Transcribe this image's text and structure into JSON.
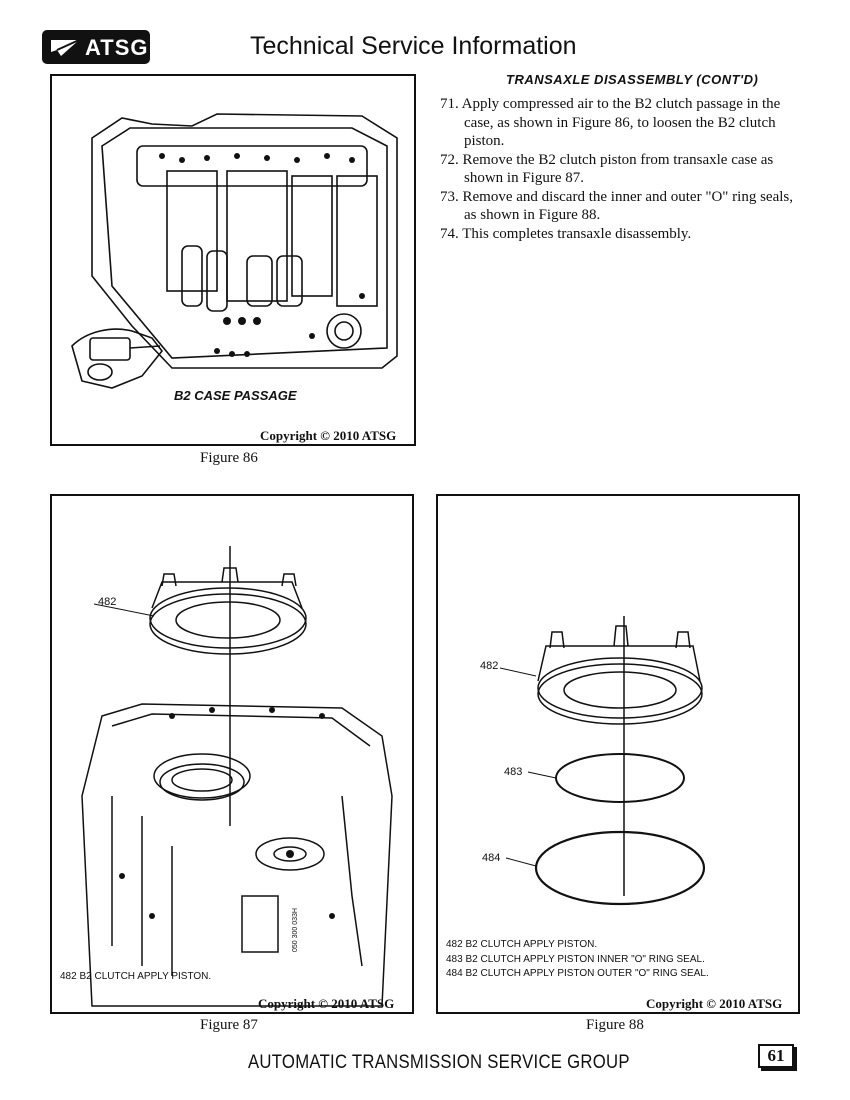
{
  "header": {
    "logo_text": "ATSG",
    "title": "Technical Service Information"
  },
  "section": {
    "title": "TRANSAXLE DISASSEMBLY (CONT'D)",
    "steps": [
      "71. Apply compressed air to the B2 clutch passage in the case, as shown in Figure 86, to loosen the B2 clutch piston.",
      "72. Remove the B2 clutch piston from transaxle case as shown in Figure 87.",
      "73. Remove and discard the inner and outer \"O\" ring seals, as shown in Figure 88.",
      "74. This completes transaxle disassembly."
    ]
  },
  "figures": {
    "fig86": {
      "caption": "Figure 86",
      "callout": "B2 CASE PASSAGE",
      "copyright": "Copyright © 2010 ATSG"
    },
    "fig87": {
      "caption": "Figure 87",
      "part_label": "482",
      "legend": "482  B2 CLUTCH APPLY PISTON.",
      "case_stamp": "050 300 033H",
      "copyright": "Copyright © 2010 ATSG"
    },
    "fig88": {
      "caption": "Figure 88",
      "part_labels": [
        "482",
        "483",
        "484"
      ],
      "legend": [
        "482  B2 CLUTCH APPLY PISTON.",
        "483  B2 CLUTCH APPLY PISTON INNER \"O\" RING SEAL.",
        "484  B2 CLUTCH APPLY PISTON OUTER \"O\" RING SEAL."
      ],
      "copyright": "Copyright © 2010 ATSG"
    }
  },
  "footer": {
    "organization": "AUTOMATIC TRANSMISSION SERVICE GROUP",
    "page_number": "61"
  }
}
